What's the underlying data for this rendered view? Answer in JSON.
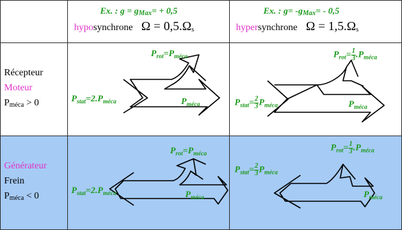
{
  "header": {
    "hypo": {
      "example": "Ex. : g = g",
      "example_sub": "Max",
      "example_val": "= + 0,5",
      "prefix": "hypo",
      "suffix": "synchrone",
      "omega": "Ω = 0,5.Ω",
      "omega_sub": "s"
    },
    "hyper": {
      "example": "Ex. : g= -g",
      "example_sub": "Max",
      "example_val": "= - 0,5",
      "prefix": "hyper",
      "suffix": "synchrone",
      "omega": "Ω = 1,5.Ω",
      "omega_sub": "s"
    }
  },
  "rows": {
    "receiver": {
      "line1": "Récepteur",
      "line2": "Moteur",
      "line3_main": "P",
      "line3_sub": "méca",
      "line3_rel": " > 0"
    },
    "generator": {
      "line1": "Générateur",
      "line2": "Frein",
      "line3_main": "P",
      "line3_sub": "méca",
      "line3_rel": " < 0"
    }
  },
  "labels": {
    "p": "P",
    "rot": "rot",
    "stat": "stat",
    "meca": "méca",
    "eq": "=",
    "two_dot": "=2.",
    "eq_frac": "=",
    "one": "1",
    "two": "2",
    "three": "3",
    "dot": "."
  },
  "colors": {
    "green": "#1e9a1e",
    "pink": "#e032c8",
    "blue": "#a6cbf5"
  }
}
